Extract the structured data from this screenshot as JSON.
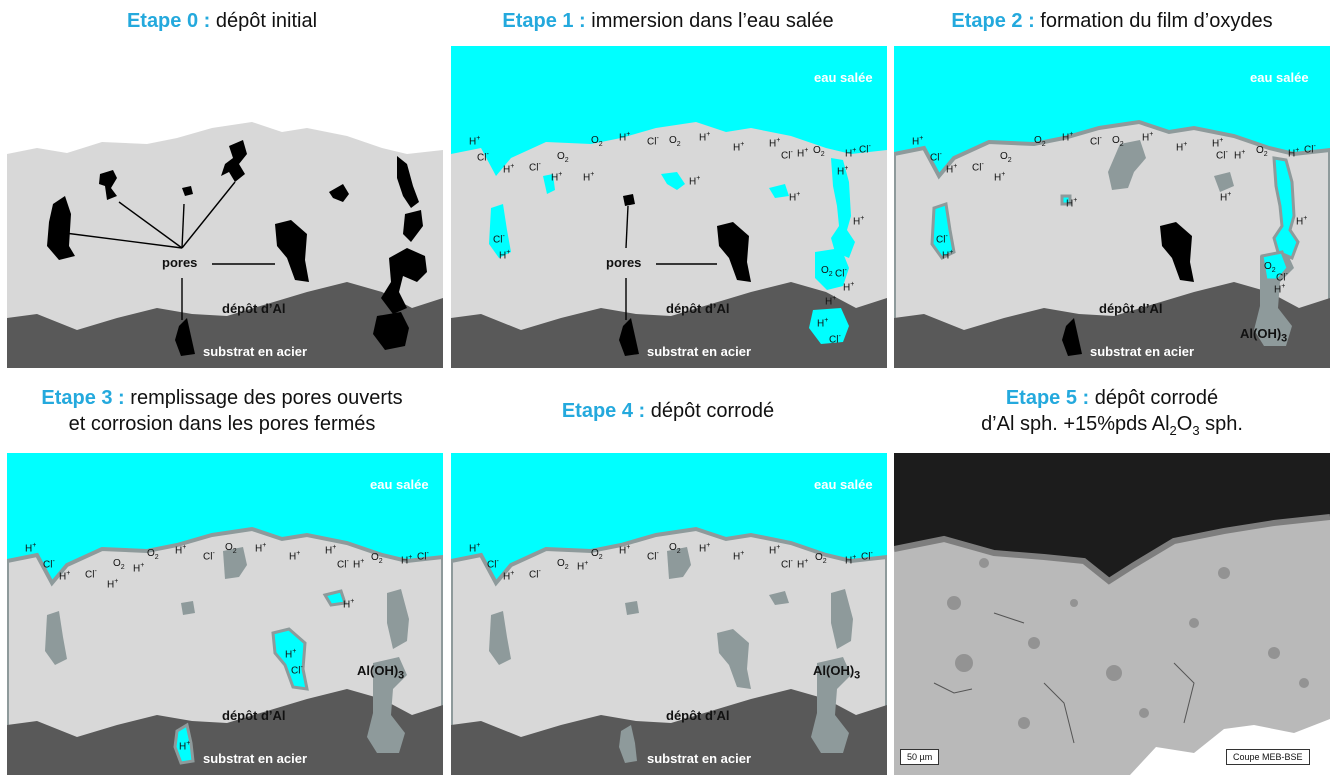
{
  "stages": [
    {
      "key": "Etape 0 :",
      "text": "dépôt initial"
    },
    {
      "key": "Etape 1 :",
      "text": "immersion dans l’eau salée"
    },
    {
      "key": "Etape 2 :",
      "text": "formation du film d’oxydes"
    },
    {
      "key": "Etape 3 :",
      "text1": "remplissage des pores ouverts",
      "text2": "et corrosion dans les pores fermés"
    },
    {
      "key": "Etape 4 :",
      "text": "dépôt corrodé"
    },
    {
      "key": "Etape 5 :",
      "text1": "dépôt corrodé",
      "text2a": "d’Al sph. +15%pds Al",
      "text2b": "2",
      "text2c": "O",
      "text2d": "3",
      "text2e": " sph."
    }
  ],
  "labels": {
    "pores": "pores",
    "deposit": "dépôt d’Al",
    "substrate": "substrat en acier",
    "seawater": "eau salée",
    "hydroxide_main": "Al(OH)",
    "hydroxide_sub": "3",
    "scale_bar": "50 µm",
    "sem_mode": "Coupe MEB-BSE"
  },
  "ions": {
    "h": "H",
    "h_sup": "+",
    "cl": "Cl",
    "cl_sup": "-",
    "o": "O",
    "o_sub": "2"
  },
  "colors": {
    "accent": "#24a9dd",
    "seawater": "#00ffff",
    "deposit": "#d8d8d8",
    "substrate": "#595959",
    "pore": "#000000",
    "oxide": "#8e9a9b"
  }
}
